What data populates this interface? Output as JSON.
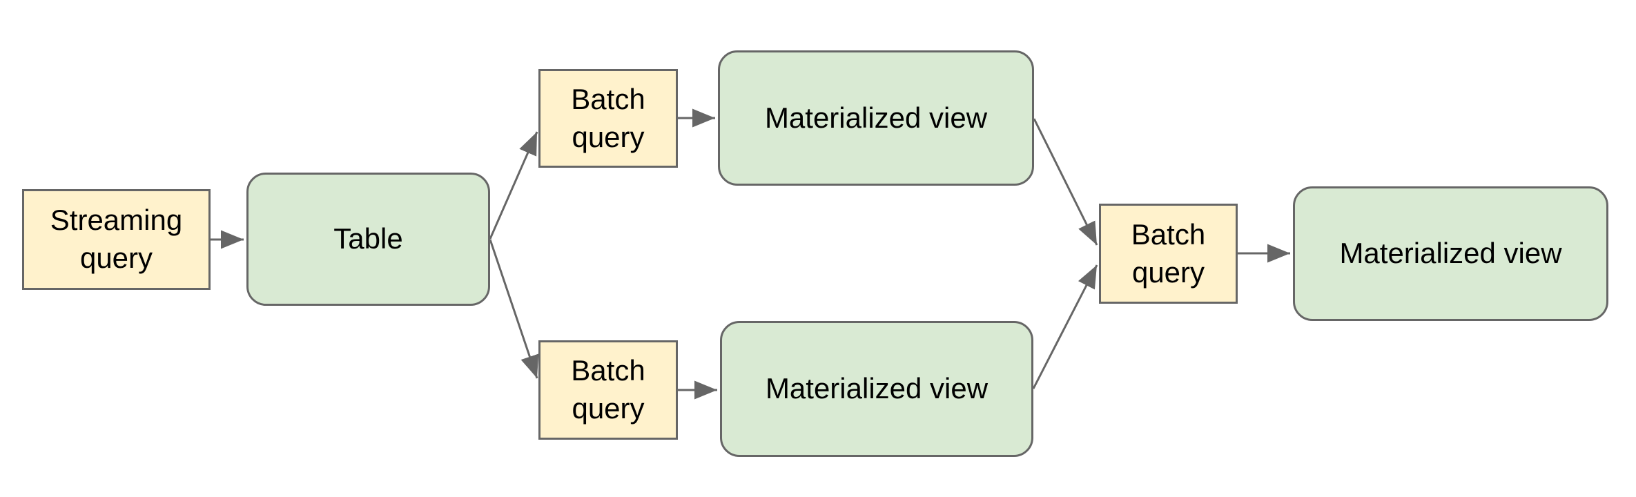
{
  "diagram": {
    "nodes": [
      {
        "id": "streaming-query",
        "label": "Streaming query",
        "type": "query"
      },
      {
        "id": "table",
        "label": "Table",
        "type": "store"
      },
      {
        "id": "batch-query-top",
        "label": "Batch query",
        "type": "query"
      },
      {
        "id": "materialized-view-top",
        "label": "Materialized view",
        "type": "store"
      },
      {
        "id": "batch-query-bottom",
        "label": "Batch query",
        "type": "query"
      },
      {
        "id": "materialized-view-bottom",
        "label": "Materialized view",
        "type": "store"
      },
      {
        "id": "batch-query-center",
        "label": "Batch query",
        "type": "query"
      },
      {
        "id": "materialized-view-final",
        "label": "Materialized view",
        "type": "store"
      }
    ],
    "edges": [
      {
        "from": "streaming-query",
        "to": "table"
      },
      {
        "from": "table",
        "to": "batch-query-top"
      },
      {
        "from": "table",
        "to": "batch-query-bottom"
      },
      {
        "from": "batch-query-top",
        "to": "materialized-view-top"
      },
      {
        "from": "batch-query-bottom",
        "to": "materialized-view-bottom"
      },
      {
        "from": "materialized-view-top",
        "to": "batch-query-center"
      },
      {
        "from": "materialized-view-bottom",
        "to": "batch-query-center"
      },
      {
        "from": "batch-query-center",
        "to": "materialized-view-final"
      }
    ],
    "colors": {
      "query_fill": "#fff2cc",
      "store_fill": "#d9ead3",
      "shape_border": "#666666",
      "arrow": "#666666",
      "text": "#000000",
      "background": "#ffffff"
    }
  }
}
